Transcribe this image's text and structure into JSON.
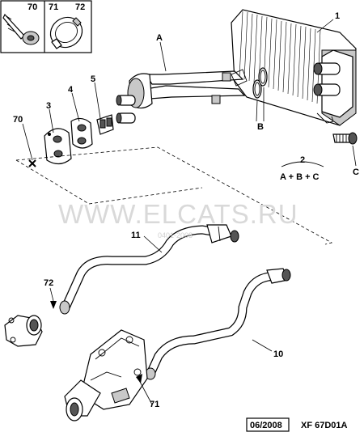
{
  "legend_box": {
    "labels": [
      "70",
      "71",
      "72"
    ]
  },
  "callouts": {
    "c1": "1",
    "cA": "A",
    "c5": "5",
    "c4": "4",
    "c3": "3",
    "c70": "70",
    "cB": "B",
    "cC": "C",
    "c2": "2",
    "formula": "A + B + C",
    "c11": "11",
    "c72": "72",
    "c10": "10",
    "c71": "71"
  },
  "watermark": {
    "main": "WWW.ELCATS.RU",
    "small": "0401-2008"
  },
  "footer": {
    "date": "06/2008",
    "code": "XF 67D01A"
  }
}
